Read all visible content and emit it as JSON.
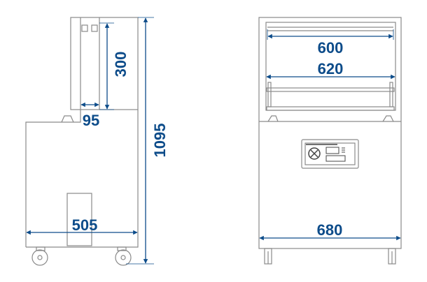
{
  "side_view": {
    "dimensions": {
      "lid_height": "300",
      "lid_depth": "95",
      "total_height": "1095",
      "body_depth": "505"
    }
  },
  "front_view": {
    "dimensions": {
      "chamber_inner_width": "600",
      "sealing_bar_width": "620",
      "body_width": "680"
    }
  },
  "colors": {
    "dimension": "#0d4c8a",
    "outline": "#8a8a8a"
  }
}
